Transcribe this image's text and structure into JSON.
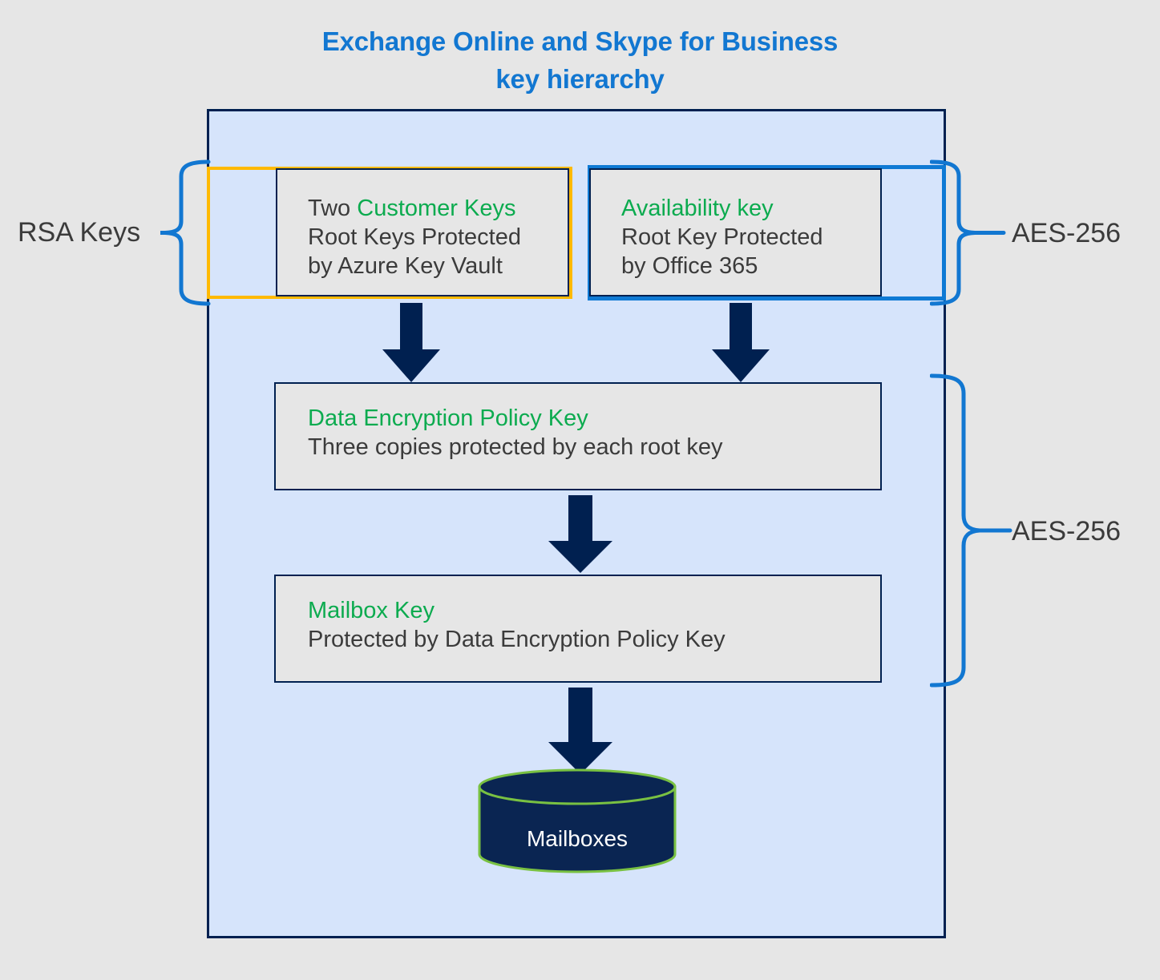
{
  "title": {
    "line1": "Exchange Online and Skype for Business",
    "line2": "key hierarchy"
  },
  "colors": {
    "page_background": "#e6e6e6",
    "container_fill": "#d6e4fb",
    "container_border": "#002050",
    "title_blue": "#1277d1",
    "accent_green": "#0cab4f",
    "customer_key_outline_gold": "#ffb900",
    "availability_key_outline_blue": "#0f7ad4",
    "brace_blue": "#1277d1",
    "arrow_navy": "#002050",
    "box_fill_gray": "#e6e6e6",
    "body_text": "#3b3b3b",
    "cylinder_fill": "#0a2552",
    "cylinder_stroke": "#79c142",
    "cylinder_text": "#ffffff"
  },
  "side_labels": {
    "rsa_keys": "RSA Keys",
    "aes_256_top": "AES-256",
    "aes_256_bottom": "AES-256"
  },
  "boxes": {
    "customer_keys": {
      "prefix": "Two ",
      "highlight": "Customer Keys",
      "line2": "Root Keys Protected",
      "line3": "by Azure Key Vault"
    },
    "availability_key": {
      "highlight": "Availability key",
      "line2": "Root Key Protected",
      "line3": "by Office 365"
    },
    "data_encryption_policy_key": {
      "highlight": "Data Encryption Policy Key",
      "line2": "Three copies protected by each root key"
    },
    "mailbox_key": {
      "highlight": "Mailbox Key",
      "line2": "Protected by Data Encryption Policy Key"
    }
  },
  "datastore": {
    "label": "Mailboxes"
  }
}
